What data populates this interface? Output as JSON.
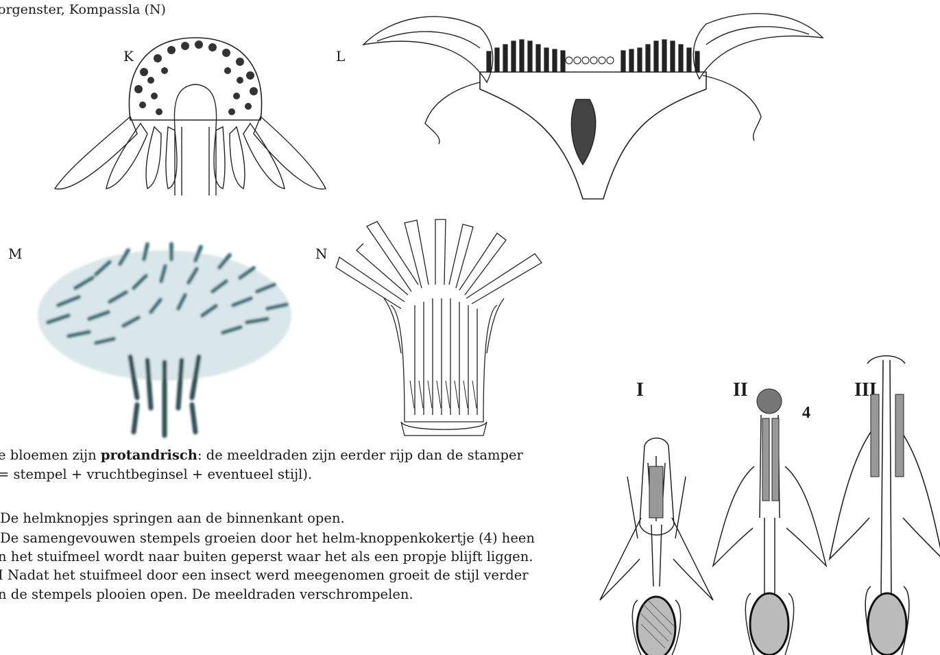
{
  "header": {
    "title": "orgenster, Kompassla (N)"
  },
  "figures": {
    "k_label": "K",
    "l_label": "L",
    "m_label": "M",
    "n_label": "N",
    "stage_labels": [
      "I",
      "II",
      "III"
    ],
    "callout": "4"
  },
  "text": {
    "line1_pre": "e bloemen zijn ",
    "line1_bold": "protandrisch",
    "line1_post": ": de meeldraden zijn eerder rijp dan de stamper",
    "line2": "= stempel + vruchtbeginsel + eventueel stijl).",
    "line3": "De helmknopjes springen aan de binnenkant open.",
    "line4": " De samengevouwen stempels groeien door het helm-knoppenkokertje (4) heen",
    "line5": "n het stuifmeel wordt naar buiten geperst waar het als een propje blijft liggen.",
    "line6": "I Nadat het stuifmeel door een insect werd meegenomen groeit de stijl verder",
    "line7": "n de stempels plooien open. De meeldraden verschrompelen."
  }
}
